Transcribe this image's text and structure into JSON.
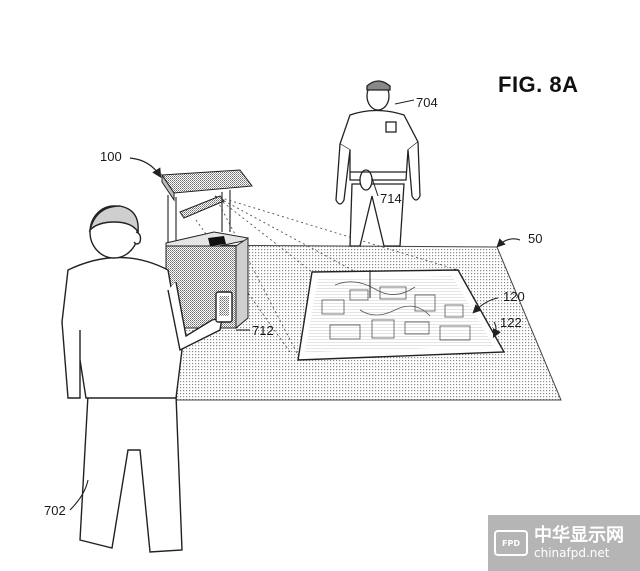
{
  "figure": {
    "title": "FIG. 8A",
    "reference_labels": {
      "projector_unit": "100",
      "floor_surface": "50",
      "projected_image": "120",
      "projection_boundary": "122",
      "user_front": "702",
      "user_back": "704",
      "handheld_device": "712",
      "worn_device": "714"
    }
  },
  "watermark": {
    "logo_text": "FPD",
    "site_name": "中华显示网",
    "site_url": "chinafpd.net"
  }
}
